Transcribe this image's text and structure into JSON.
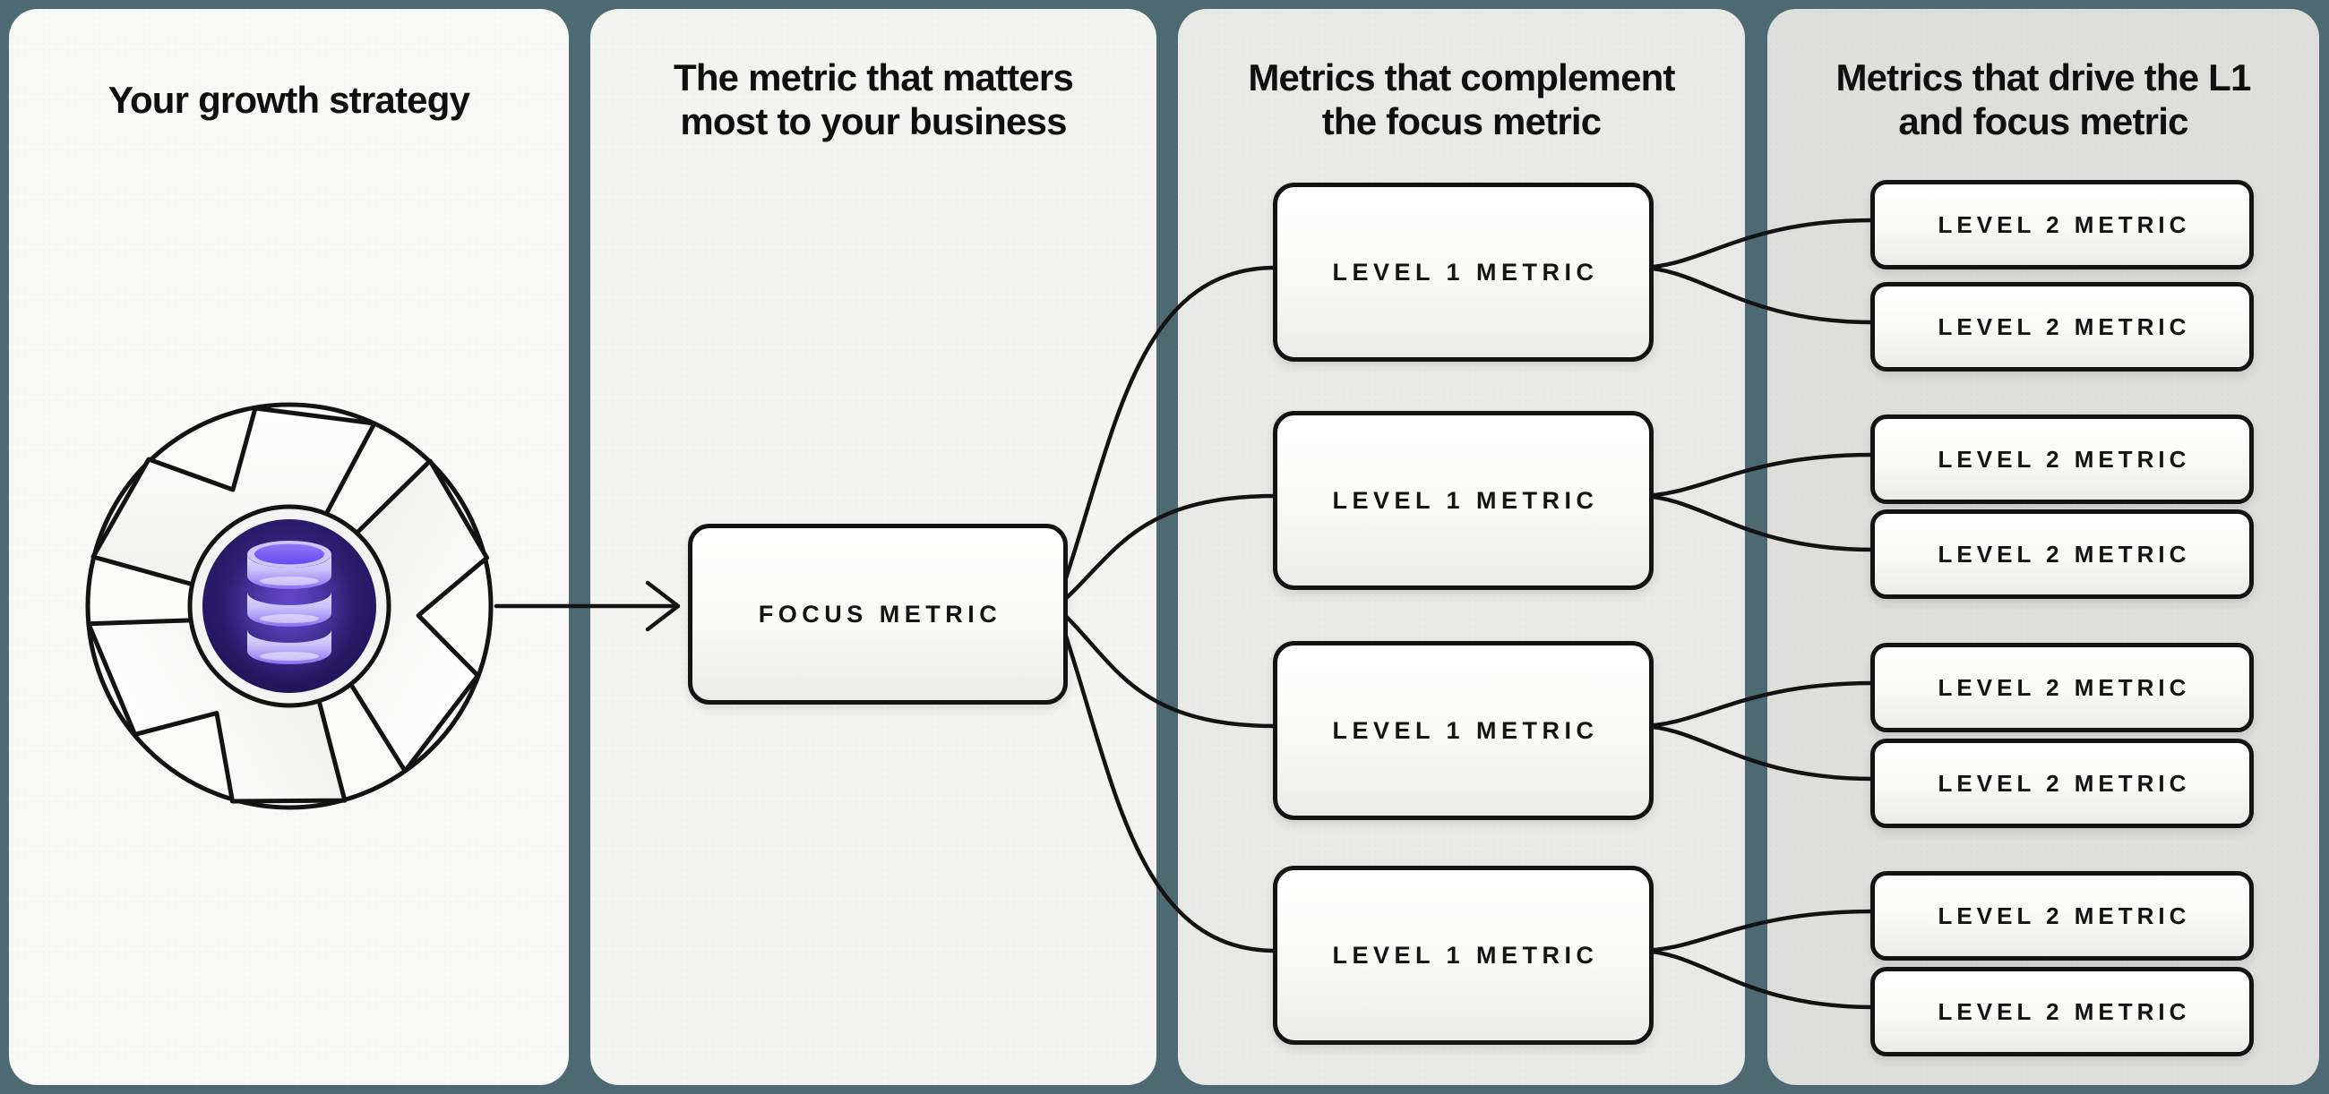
{
  "diagram_title": "Growth strategy metrics tree",
  "colors": {
    "background": "#4d6a73",
    "panel1_bg": "#f8f8f7",
    "panel2_bg": "#f3f3f1",
    "panel3_bg": "#e9e9e7",
    "panel4_bg": "#dededc",
    "node_border": "#131313",
    "connector": "#131313",
    "icon_core_indigo": "#2c1d6e",
    "icon_database_purple": "#7a5cf0",
    "icon_database_lavender": "#c9c0fa"
  },
  "panels": [
    {
      "id": "growth-strategy",
      "title_lines": [
        "Your growth strategy"
      ]
    },
    {
      "id": "focus-metric",
      "title_lines": [
        "The metric that matters",
        "most to your business"
      ]
    },
    {
      "id": "level1-metrics",
      "title_lines": [
        "Metrics that complement",
        "the focus metric"
      ]
    },
    {
      "id": "level2-metrics",
      "title_lines": [
        "Metrics that drive the L1",
        "and focus metric"
      ]
    }
  ],
  "icons": {
    "flywheel": "flywheel-icon",
    "database": "database-icon",
    "arrow": "arrow-right-icon"
  },
  "nodes": {
    "focus": {
      "label": "FOCUS METRIC"
    },
    "level1": [
      {
        "label": "LEVEL 1 METRIC"
      },
      {
        "label": "LEVEL 1 METRIC"
      },
      {
        "label": "LEVEL 1 METRIC"
      },
      {
        "label": "LEVEL 1 METRIC"
      }
    ],
    "level2": [
      {
        "label": "LEVEL 2 METRIC"
      },
      {
        "label": "LEVEL 2 METRIC"
      },
      {
        "label": "LEVEL 2 METRIC"
      },
      {
        "label": "LEVEL 2 METRIC"
      },
      {
        "label": "LEVEL 2 METRIC"
      },
      {
        "label": "LEVEL 2 METRIC"
      },
      {
        "label": "LEVEL 2 METRIC"
      },
      {
        "label": "LEVEL 2 METRIC"
      }
    ]
  }
}
